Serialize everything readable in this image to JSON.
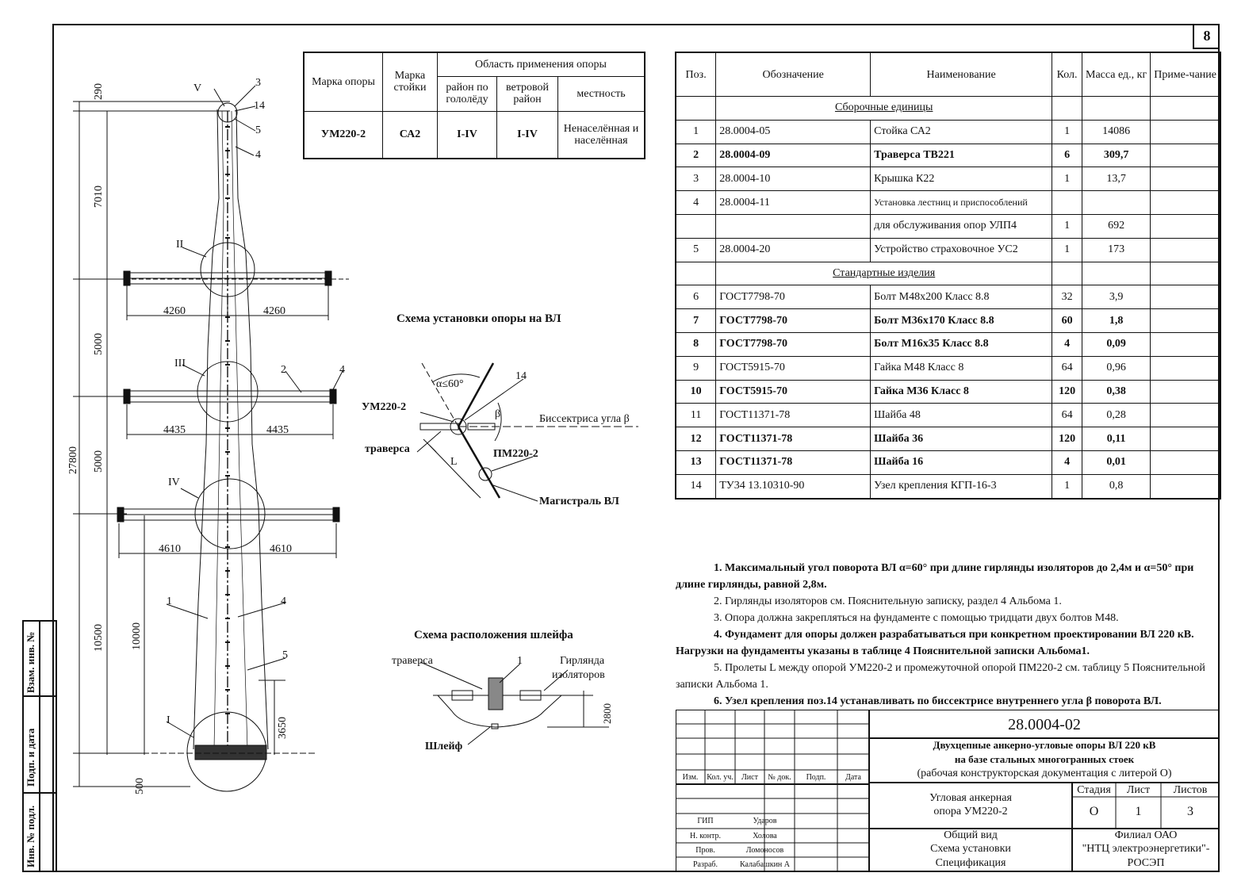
{
  "sheet_number": "8",
  "application_table": {
    "header_group": "Область применения опоры",
    "col_mark": "Марка опоры",
    "col_rack": "Марка стойки",
    "col_ice": "район по гололёду",
    "col_wind": "ветровой район",
    "col_area": "местность",
    "row": {
      "mark": "УМ220-2",
      "rack": "СА2",
      "ice": "I-IV",
      "wind": "I-IV",
      "area": "Ненаселённая и населённая"
    }
  },
  "spec_table": {
    "headers": {
      "pos": "Поз.",
      "designation": "Обозначение",
      "name": "Наименование",
      "qty": "Кол.",
      "mass": "Масса ед., кг",
      "note": "Приме-чание"
    },
    "section1": "Сборочные единицы",
    "section2": "Стандартные изделия",
    "rows1": [
      {
        "pos": "1",
        "designation": "28.0004-05",
        "name": "Стойка СА2",
        "qty": "1",
        "mass": "14086"
      },
      {
        "pos": "2",
        "designation": "28.0004-09",
        "name": "Траверса ТВ221",
        "qty": "6",
        "mass": "309,7"
      },
      {
        "pos": "3",
        "designation": "28.0004-10",
        "name": "Крышка К22",
        "qty": "1",
        "mass": "13,7"
      },
      {
        "pos": "4",
        "designation": "28.0004-11",
        "name": "Установка лестниц и приспособлений",
        "qty": "",
        "mass": ""
      },
      {
        "pos": "",
        "designation": "",
        "name": "для обслуживания опор УЛП4",
        "qty": "1",
        "mass": "692"
      },
      {
        "pos": "5",
        "designation": "28.0004-20",
        "name": "Устройство страховочное УС2",
        "qty": "1",
        "mass": "173"
      }
    ],
    "rows2": [
      {
        "pos": "6",
        "designation": "ГОСТ7798-70",
        "name": "Болт М48х200 Класс 8.8",
        "qty": "32",
        "mass": "3,9"
      },
      {
        "pos": "7",
        "designation": "ГОСТ7798-70",
        "name": "Болт М36х170 Класс 8.8",
        "qty": "60",
        "mass": "1,8"
      },
      {
        "pos": "8",
        "designation": "ГОСТ7798-70",
        "name": "Болт М16х35 Класс 8.8",
        "qty": "4",
        "mass": "0,09"
      },
      {
        "pos": "9",
        "designation": "ГОСТ5915-70",
        "name": "Гайка М48 Класс 8",
        "qty": "64",
        "mass": "0,96"
      },
      {
        "pos": "10",
        "designation": "ГОСТ5915-70",
        "name": "Гайка М36 Класс 8",
        "qty": "120",
        "mass": "0,38"
      },
      {
        "pos": "11",
        "designation": "ГОСТ11371-78",
        "name": "Шайба 48",
        "qty": "64",
        "mass": "0,28"
      },
      {
        "pos": "12",
        "designation": "ГОСТ11371-78",
        "name": "Шайба 36",
        "qty": "120",
        "mass": "0,11"
      },
      {
        "pos": "13",
        "designation": "ГОСТ11371-78",
        "name": "Шайба 16",
        "qty": "4",
        "mass": "0,01"
      },
      {
        "pos": "14",
        "designation": "ТУ34 13.10310-90",
        "name": "Узел крепления КГП-16-3",
        "qty": "1",
        "mass": "0,8"
      }
    ]
  },
  "notes": [
    "1. Максимальный угол поворота ВЛ α=60° при длине гирлянды изоляторов до 2,4м и α=50° при длине гирлянды, равной 2,8м.",
    "2. Гирлянды изоляторов см. Пояснительную записку, раздел 4 Альбома 1.",
    "3. Опора должна закрепляться на фундаменте с помощью тридцати двух болтов М48.",
    "4. Фундамент для опоры должен разрабатываться при конкретном проектировании ВЛ 220 кВ. Нагрузки на фундаменты указаны в таблице 4 Пояснительной записки Альбома1.",
    "5. Пролеты L между опорой УМ220-2 и промежуточной опорой ПМ220-2 см. таблицу 5 Пояснительной записки Альбома 1.",
    "6. Узел крепления поз.14 устанавливать по биссектрисе внутреннего угла β поворота ВЛ."
  ],
  "title_block": {
    "doc_code": "28.0004-02",
    "doc_title_1": "Двухцепные анкерно-угловые опоры ВЛ 220 кВ",
    "doc_title_2": "на базе стальных многогранных стоек",
    "doc_title_3": "(рабочая конструкторская документация с литерой О)",
    "part_name_1": "Угловая анкерная",
    "part_name_2": "опора УМ220-2",
    "sheet_content_1": "Общий вид",
    "sheet_content_2": "Схема установки",
    "sheet_content_3": "Спецификация",
    "stage_label": "Стадия",
    "sheet_label": "Лист",
    "sheets_label": "Листов",
    "stage": "О",
    "sheet": "1",
    "sheets": "3",
    "org_1": "Филиал ОАО",
    "org_2": "\"НТЦ электроэнергетики\"-",
    "org_3": "РОСЭП",
    "col_izm": "Изм.",
    "col_kol": "Кол. уч.",
    "col_list": "Лист",
    "col_ndok": "№ док.",
    "col_podp": "Подп.",
    "col_data": "Дата",
    "roles": [
      {
        "role": "ГИП",
        "name": "Ударов"
      },
      {
        "role": "Н. контр.",
        "name": "Холова"
      },
      {
        "role": "Пров.",
        "name": "Ломоносов"
      },
      {
        "role": "Разраб.",
        "name": "Калабашкин А"
      }
    ]
  },
  "side_stamp": {
    "vzam": "Взам. инв. №",
    "podp": "Подп. и дата",
    "inv": "Инв. № подл."
  },
  "tower_drawing": {
    "dims": {
      "top": "290",
      "upper": "7010",
      "mid1": "5000",
      "mid2": "5000",
      "lower": "10500",
      "total": "27800",
      "shaft": "10000",
      "base": "3650",
      "foot": "500"
    },
    "arms": {
      "a1": "4260",
      "a2": "4260",
      "a3": "4435",
      "a4": "4435",
      "a5": "4610",
      "a6": "4610"
    },
    "views": {
      "v": "V",
      "ii": "II",
      "iii": "III",
      "iv": "IV",
      "i": "I"
    },
    "callouts": {
      "c3": "3",
      "c14": "14",
      "c5a": "5",
      "c4a": "4",
      "c2": "2",
      "c4b": "4",
      "c1": "1",
      "c4c": "4",
      "c5b": "5"
    }
  },
  "install_scheme": {
    "title": "Схема установки опоры на ВЛ",
    "alpha": "α≤60°",
    "beta": "β",
    "c14": "14",
    "tower": "УМ220-2",
    "traverse": "траверса",
    "bisector": "Биссектриса угла β",
    "intermediate": "ПМ220-2",
    "L": "L",
    "mainline": "Магистраль ВЛ"
  },
  "loop_scheme": {
    "title": "Схема расположения шлейфа",
    "traverse": "траверса",
    "c1": "1",
    "garland_1": "Гирлянда",
    "garland_2": "изоляторов",
    "dim": "2800",
    "loop": "Шлейф"
  }
}
